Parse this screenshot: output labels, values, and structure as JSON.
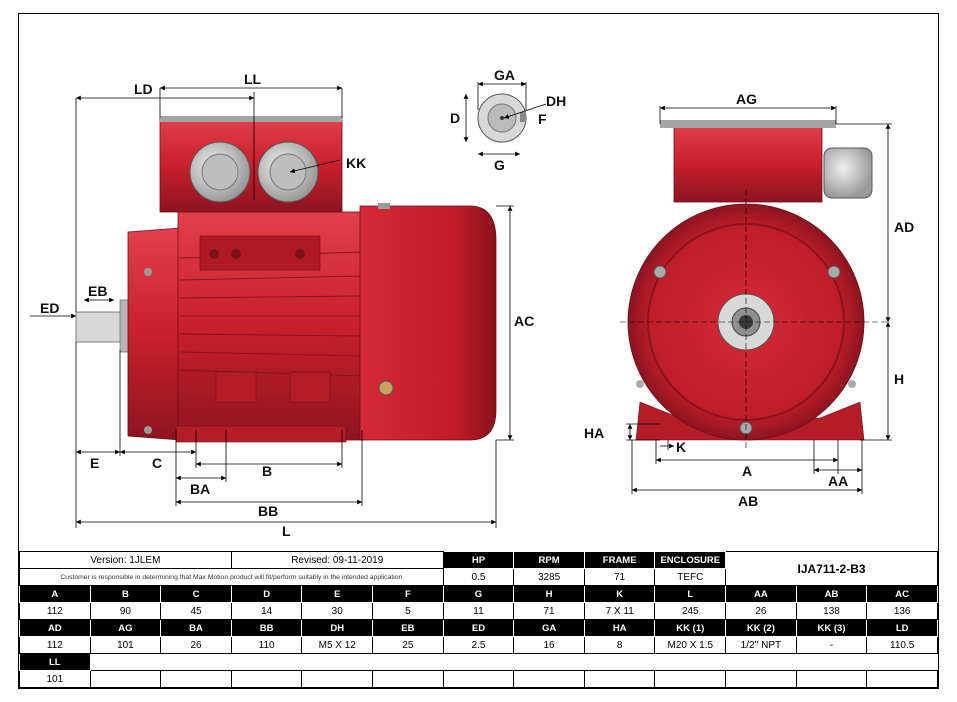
{
  "drawing": {
    "side_view_labels": {
      "LD": "LD",
      "LL": "LL",
      "KK": "KK",
      "EB": "EB",
      "ED": "ED",
      "AC": "AC",
      "E": "E",
      "C": "C",
      "B": "B",
      "BA": "BA",
      "BB": "BB",
      "L": "L"
    },
    "shaft_view_labels": {
      "GA": "GA",
      "DH": "DH",
      "D": "D",
      "F": "F",
      "G": "G"
    },
    "front_view_labels": {
      "AG": "AG",
      "AD": "AD",
      "H": "H",
      "HA": "HA",
      "K": "K",
      "A": "A",
      "AA": "AA",
      "AB": "AB"
    },
    "colors": {
      "motor_body": "#c8202c",
      "motor_dark": "#9a1520",
      "motor_light": "#e24450",
      "gland": "#d6d6d6",
      "line": "#000000"
    }
  },
  "title_block": {
    "version": "Version: 1JLEM",
    "revised": "Revised: 09-11-2019",
    "note": "Customer is responsible in determining that Max Motion product will fit/perform suitably in the intended application",
    "model": "IJA711-2-B3",
    "summary_headers": [
      "HP",
      "RPM",
      "FRAME",
      "ENCLOSURE"
    ],
    "summary_values": [
      "0.5",
      "3285",
      "71",
      "TEFC"
    ]
  },
  "dimensions": {
    "row1_headers": [
      "A",
      "B",
      "C",
      "D",
      "E",
      "F",
      "G",
      "H",
      "K",
      "L",
      "AA",
      "AB",
      "AC"
    ],
    "row1_values": [
      "112",
      "90",
      "45",
      "14",
      "30",
      "5",
      "11",
      "71",
      "7 X 11",
      "245",
      "26",
      "138",
      "136"
    ],
    "row2_headers": [
      "AD",
      "AG",
      "BA",
      "BB",
      "DH",
      "EB",
      "ED",
      "GA",
      "HA",
      "KK (1)",
      "KK (2)",
      "KK (3)",
      "LD"
    ],
    "row2_values": [
      "112",
      "101",
      "26",
      "110",
      "M5 X 12",
      "25",
      "2.5",
      "16",
      "8",
      "M20 X 1.5",
      "1/2'' NPT",
      "-",
      "110.5"
    ],
    "row3_headers": [
      "LL"
    ],
    "row3_values": [
      "101"
    ]
  }
}
